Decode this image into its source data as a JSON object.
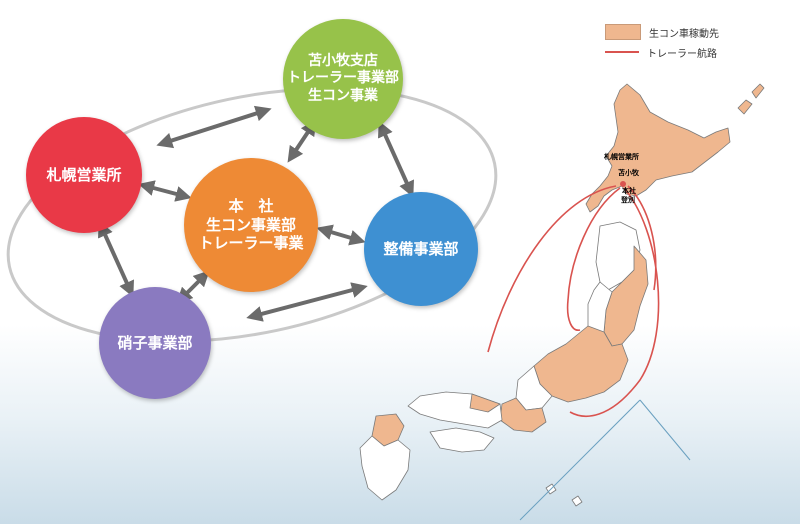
{
  "nodes": {
    "tomakomai": [
      "苫小牧支店",
      "トレーラー事業部",
      "生コン事業"
    ],
    "sapporo": [
      "札幌営業所"
    ],
    "honsha": [
      "本　社",
      "生コン事業部",
      "トレーラー事業"
    ],
    "seibi": [
      "整備事業部"
    ],
    "shoshi": [
      "硝子事業部"
    ]
  },
  "legend": {
    "area_label": "生コン車稼動先",
    "route_label": "トレーラー航路"
  },
  "map_labels": {
    "sapporo": "札幌営業所",
    "tomakomai": "苫小牧",
    "honsha_1": "本社",
    "honsha_2": "登別"
  },
  "colors": {
    "sapporo": "#e93947",
    "tomakomai": "#97c24a",
    "honsha": "#ee8a35",
    "seibi": "#3e90d2",
    "shoshi": "#8a7ac0",
    "active_area": "#efb78f",
    "route": "#d9534f"
  }
}
